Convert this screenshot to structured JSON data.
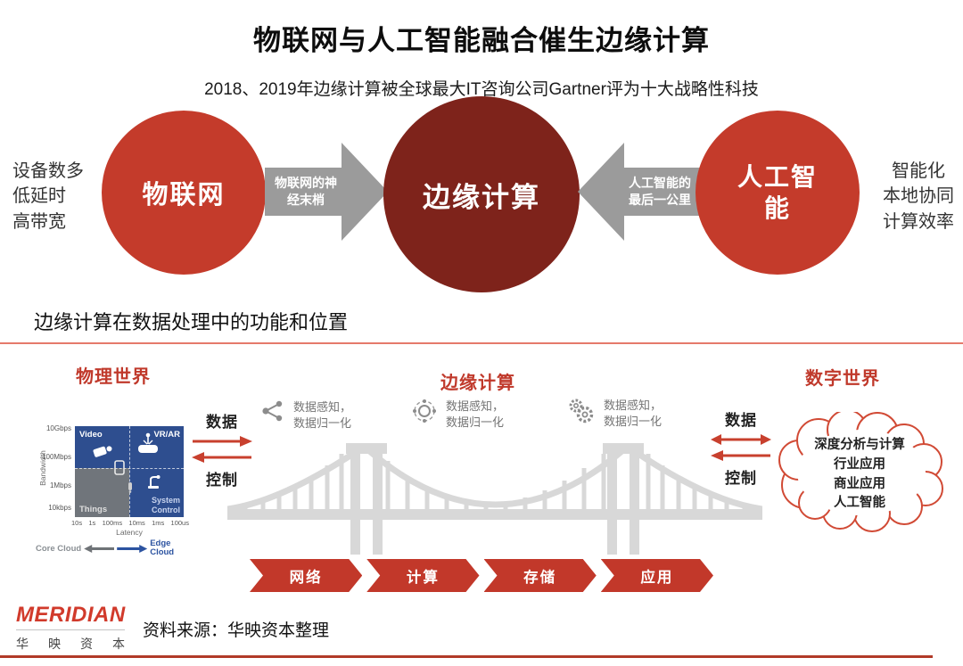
{
  "page": {
    "title": "物联网与人工智能融合催生边缘计算",
    "subtitle": "2018、2019年边缘计算被全球最大IT咨询公司Gartner评为十大战略性科技"
  },
  "fusion": {
    "left_note_lines": [
      "设备数多",
      "低延时",
      "高带宽"
    ],
    "right_note_lines": [
      "智能化",
      "本地协同",
      "计算效率"
    ],
    "iot_label": "物联网",
    "edge_label": "边缘计算",
    "ai_label_line1": "人工智",
    "ai_label_line2": "能",
    "iot_to_edge_line1": "物联网的神",
    "iot_to_edge_line2": "经末梢",
    "ai_to_edge_line1": "人工智能的",
    "ai_to_edge_line2": "最后一公里"
  },
  "section": {
    "title": "边缘计算在数据处理中的功能和位置",
    "physical_world": "物理世界",
    "edge_computing": "边缘计算",
    "digital_world": "数字世界"
  },
  "quadrant_chart": {
    "type": "quadrant",
    "ylabel": "Bandwidth",
    "xlabel": "Latency",
    "y_ticks": [
      "10Gbps",
      "100Mbps",
      "1Mbps",
      "10kbps"
    ],
    "x_ticks": [
      "10s",
      "1s",
      "100ms",
      "10ms",
      "1ms",
      "100us"
    ],
    "quadrants": {
      "top_left": "Video",
      "top_right": "VR/AR",
      "bottom_left": "Things",
      "bottom_right_line1": "System",
      "bottom_right_line2": "Control"
    },
    "footer": {
      "left": "Core Cloud",
      "right_line1": "Edge",
      "right_line2": "Cloud"
    }
  },
  "flow_left": {
    "data": "数据",
    "control": "控制"
  },
  "flow_right": {
    "data": "数据",
    "control": "控制"
  },
  "edge_functions": [
    {
      "icon": "share-icon",
      "line1": "数据感知，",
      "line2": "数据归一化"
    },
    {
      "icon": "network-icon",
      "line1": "数据感知，",
      "line2": "数据归一化"
    },
    {
      "icon": "gears-icon",
      "line1": "数据感知，",
      "line2": "数据归一化"
    }
  ],
  "cloud": {
    "lines": [
      "深度分析与计算",
      "行业应用",
      "商业应用",
      "人工智能"
    ]
  },
  "pipeline": {
    "steps": [
      "网络",
      "计算",
      "存储",
      "应用"
    ]
  },
  "footer": {
    "logo": "MERIDIAN",
    "logo_cn_chars": [
      "华",
      "映",
      "资",
      "本"
    ],
    "source": "资料来源：华映资本整理"
  },
  "colors": {
    "accent_red": "#C0392B",
    "circle_red": "#C43B2B",
    "circle_dark_red": "#7E231B",
    "arrow_gray": "#9B9B9B",
    "bridge_gray": "#D8D8D8",
    "chart_blue": "#2E4E8F",
    "chart_gray": "#70757B",
    "cloud_outline": "#D14A35",
    "chevron_red": "#C2382A",
    "divider_salmon": "#E5796B",
    "bottom_line_red": "#B13A28"
  }
}
